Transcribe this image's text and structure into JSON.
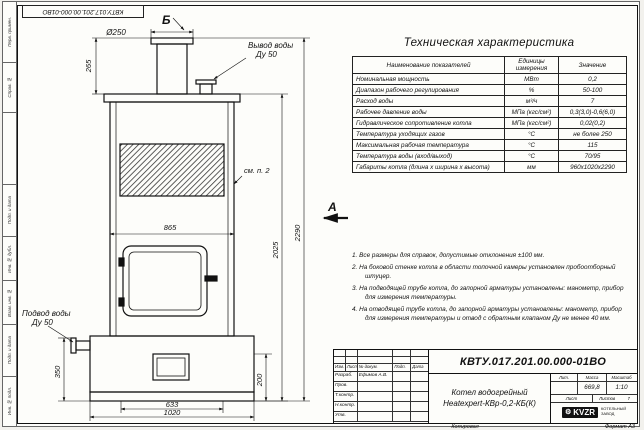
{
  "meta": {
    "doc_number_top": "КВТУ.017.201.00.000-01ВО"
  },
  "frame": {
    "left_labels": [
      "Перв. примен.",
      "Справ. №",
      "Подп. и дата",
      "Инв. № дубл.",
      "Взам. инв. №",
      "Подп. и дата",
      "Инв. № подл."
    ]
  },
  "drawing": {
    "view_label_top": "Б",
    "view_label_side": "А",
    "chimney_dia": "Ø250",
    "dim_265": "265",
    "dim_865": "865",
    "dim_2290": "2290",
    "dim_2025": "2025",
    "dim_350": "350",
    "dim_200": "200",
    "dim_633": "633",
    "dim_1020": "1020",
    "outlet_label_1": "Вывод воды",
    "outlet_label_2": "Ду 50",
    "inlet_label_1": "Подвод воды",
    "inlet_label_2": "Ду 50",
    "see_note": "см. п. 2"
  },
  "table": {
    "title": "Техническая характеристика",
    "headers": [
      "Наименование показателей",
      "Единицы измерения",
      "Значение"
    ],
    "rows": [
      [
        "Номинальная мощность",
        "МВт",
        "0,2"
      ],
      [
        "Диапазон рабочего регулирования",
        "%",
        "50-100"
      ],
      [
        "Расход воды",
        "м³/ч",
        "7"
      ],
      [
        "Рабочее давление воды",
        "МПа (кгс/см²)",
        "0,3(3,0)-0,6(6,0)"
      ],
      [
        "Гидравлическое сопротивление котла",
        "МПа (кгс/см²)",
        "0,02(0,2)"
      ],
      [
        "Температура уходящих газов",
        "°С",
        "не более 250"
      ],
      [
        "Максимальная рабочая температура",
        "°С",
        "115"
      ],
      [
        "Температура воды (вход/выход)",
        "°С",
        "70/95"
      ],
      [
        "Габариты котла (длина х ширина х высота)",
        "мм",
        "960х1020х2290"
      ]
    ]
  },
  "notes": [
    "1.  Все размеры для справок, допустимые отклонения ±100 мм.",
    "2.  На боковой стенке котла в области топочной камеры установлен пробоотборный штуцер.",
    "3.  На подводящей трубе котла, до запорной арматуры установлены: манометр, прибор для измерения температуры.",
    "4.  На отводящей трубе котла, до запорной арматуры установлены: манометр, прибор для измерения температуры и отвод с обратным клапаном Ду не менее 40 мм."
  ],
  "title_block": {
    "doc_number": "КВТУ.017.201.00.000-01ВО",
    "rev_header": [
      "Изм.",
      "Лист",
      "№ докум.",
      "Подп.",
      "Дата"
    ],
    "roles": [
      {
        "label": "Разраб.",
        "name": "Ефимов А.В."
      },
      {
        "label": "Пров.",
        "name": ""
      },
      {
        "label": "Т.контр.",
        "name": ""
      },
      {
        "label": "Н.контр.",
        "name": ""
      },
      {
        "label": "Утв.",
        "name": ""
      }
    ],
    "product_line1": "Котел водогрейный",
    "product_line2": "Heatexpert-КВр-0,2-КБ(К)",
    "lit_label": "Лит.",
    "mass_label": "Масса",
    "scale_label": "Масштаб",
    "mass_value": "669,8",
    "scale_value": "1:10",
    "sheet_label": "Лист",
    "sheets_label": "Листов",
    "sheets_value": "7",
    "logo_text": "KVZR",
    "company_line1": "КОТЕЛЬНЫЙ",
    "company_line2": "ЗАВОД"
  },
  "footer": {
    "copied": "Копировал",
    "format": "Формат А3"
  }
}
